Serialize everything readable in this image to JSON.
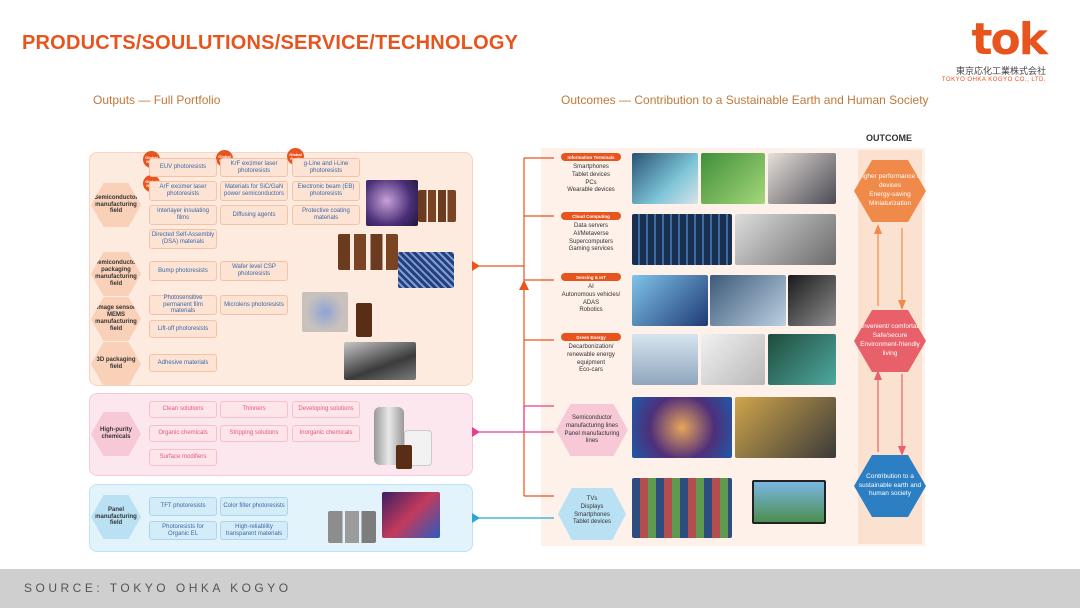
{
  "header": {
    "title": "PRODUCTS/SOULUTIONS/SERVICE/TECHNOLOGY",
    "left_subtitle": "Outputs — Full Portfolio",
    "right_subtitle": "Outcomes — Contribution to a Sustainable Earth and Human Society",
    "outcome_label": "OUTCOME"
  },
  "logo": {
    "word": "tok",
    "jp": "東京応化工業株式会社",
    "en": "TOKYO OHKA KOGYO CO., LTD."
  },
  "fields": {
    "semiconductor": "Semiconductor manufacturing field",
    "packaging": "Semiconductor packaging manufacturing field",
    "image_sensor": "Image sensor MEMS manufacturing field",
    "packaging3d": "3D packaging field",
    "high_purity": "High-purity chemicals",
    "panel": "Panel manufacturing field"
  },
  "badge_text": "Global No.1*",
  "products": {
    "euv": "EUV photoresists",
    "krf": "KrF excimer laser photoresists",
    "gline": "g-Line and i-Line photoresists",
    "arf": "ArF excimer laser photoresists",
    "sic": "Materials for SiC/GaN power semiconductors",
    "eb": "Electronic beam (EB) photoresists",
    "interlayer": "Interlayer insulating films",
    "diffusing": "Diffusing agents",
    "protective": "Protective coating materials",
    "dsa": "Directed Self-Assembly (DSA) materials",
    "bump": "Bump photoresists",
    "wlcsp": "Wafer level CSP photoresists",
    "photosensitive": "Photosensitive permanent film materials",
    "microlens": "Microlens photoresists",
    "liftoff": "Lift-off photoresists",
    "adhesive": "Adhesive materials",
    "clean": "Clean solutions",
    "thinners": "Thinners",
    "developing": "Developing solutions",
    "organic": "Organic chemicals",
    "stripping": "Stripping solutions",
    "inorganic": "Inorganic chemicals",
    "surface": "Surface modifiers",
    "tft": "TFT photoresists",
    "colorfilter": "Color filter photoresists",
    "organic_el": "Photoresists for Organic EL",
    "highrel": "High-reliability transparent materials"
  },
  "categories": {
    "info_tag": "Information Terminals",
    "info_list": "Smartphones\nTablet devices\nPCs\nWearable devices",
    "cloud_tag": "Cloud Computing",
    "cloud_list": "Data servers\nAI/Metaverse\nSupercomputers\nGaming services",
    "sensing_tag": "Sensing & IoT",
    "sensing_list": "AI\nAutonomous vehicles/\nADAS\nRobotics",
    "green_tag": "Green Energy",
    "green_list": "Decarbonization/\nrenewable energy\nequipment\nEco-cars",
    "semi_lines": "Semiconductor manufacturing lines\nPanel manufacturing lines",
    "panel_devices": "TVs\nDisplays\nSmartphones\nTablet devices"
  },
  "outcomes": {
    "top": "Higher performance of devices\nEnergy-saving\nMiniaturization",
    "middle": "Convenient/ comfortable\nSafe/secure\nEnvironment-friendly living",
    "bottom": "Contribution to a sustainable earth and human society"
  },
  "footer": {
    "source": "SOURCE: TOKYO OHKA KOGYO"
  },
  "colors": {
    "accent": "#e8541d",
    "pink": "#e83f8c",
    "blue": "#2aa6d8",
    "outcome_orange": "#f08a4b",
    "outcome_red": "#e8606a",
    "outcome_blue": "#2d7fc4"
  }
}
